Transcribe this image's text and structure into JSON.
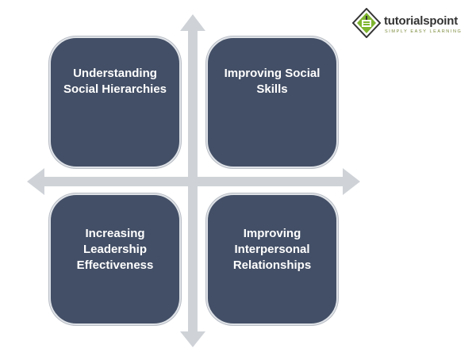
{
  "colors": {
    "box_fill": "#434f66",
    "arrow_fill": "#cfd3d8",
    "brand_green": "#7fb630",
    "brand_dark": "#333333"
  },
  "quadrants": [
    {
      "label": "Understanding Social Hierarchies"
    },
    {
      "label": "Improving Social Skills"
    },
    {
      "label": "Increasing Leadership Effectiveness"
    },
    {
      "label": "Improving Interpersonal Relationships"
    }
  ],
  "logo": {
    "name": "tutorialspoint",
    "tagline": "SIMPLY EASY LEARNING",
    "icon": "tutorialspoint-logo-icon"
  }
}
